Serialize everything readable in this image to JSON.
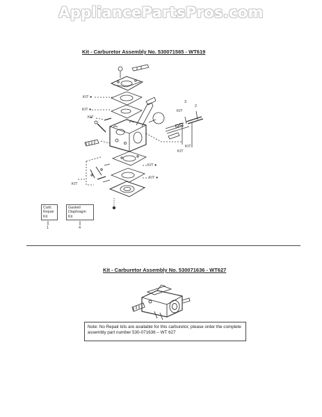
{
  "watermark": "AppliancePartsPros.com",
  "section1": {
    "title": "Kit - Carburetor Assembly No. 530071565 - WT619",
    "callouts": {
      "kit_a": "KIT ●",
      "kit_b": "KIT ●",
      "kit_c": "KIT",
      "kit_d": "KIT",
      "kit_e": "KIT",
      "kit_f": "KIT",
      "kit_g": "KIT ●",
      "kit_h": "KIT ●",
      "kit_i": "KIT",
      "num_3": "3",
      "num_2": "2"
    },
    "legend": [
      {
        "lines": [
          "Carb.",
          "Repair",
          "Kit"
        ],
        "number": "1"
      },
      {
        "lines": [
          "Gasket/",
          "Diaphragm",
          "Kit"
        ],
        "number": "4"
      }
    ]
  },
  "section2": {
    "title": "Kit - Carburetor Assembly No. 530071636 - WT627",
    "note": "Note: No Repair kits are available for this carburetor, please order the complete assembly part number 530-071636 – WT 627"
  }
}
